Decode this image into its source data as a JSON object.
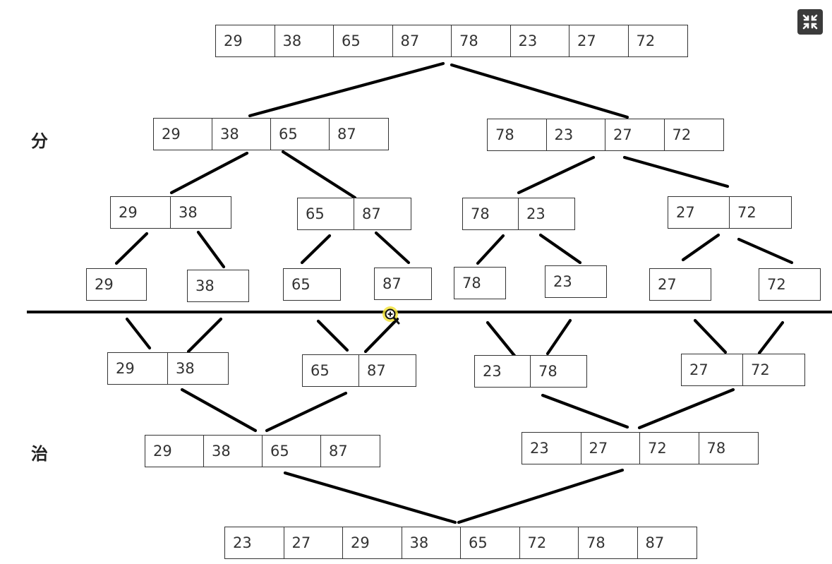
{
  "phases": {
    "divide": "分",
    "conquer": "治"
  },
  "arrays": [
    {
      "id": "d0",
      "values": [
        "29",
        "38",
        "65",
        "87",
        "78",
        "23",
        "27",
        "72"
      ]
    },
    {
      "id": "d1a",
      "values": [
        "29",
        "38",
        "65",
        "87"
      ]
    },
    {
      "id": "d1b",
      "values": [
        "78",
        "23",
        "27",
        "72"
      ]
    },
    {
      "id": "d2a",
      "values": [
        "29",
        "38"
      ]
    },
    {
      "id": "d2b",
      "values": [
        "65",
        "87"
      ]
    },
    {
      "id": "d2c",
      "values": [
        "78",
        "23"
      ]
    },
    {
      "id": "d2d",
      "values": [
        "27",
        "72"
      ]
    },
    {
      "id": "d3a",
      "values": [
        "29"
      ]
    },
    {
      "id": "d3b",
      "values": [
        "38"
      ]
    },
    {
      "id": "d3c",
      "values": [
        "65"
      ]
    },
    {
      "id": "d3d",
      "values": [
        "87"
      ]
    },
    {
      "id": "d3e",
      "values": [
        "78"
      ]
    },
    {
      "id": "d3f",
      "values": [
        "23"
      ]
    },
    {
      "id": "d3g",
      "values": [
        "27"
      ]
    },
    {
      "id": "d3h",
      "values": [
        "72"
      ]
    },
    {
      "id": "c1a",
      "values": [
        "29",
        "38"
      ]
    },
    {
      "id": "c1b",
      "values": [
        "65",
        "87"
      ]
    },
    {
      "id": "c1c",
      "values": [
        "23",
        "78"
      ]
    },
    {
      "id": "c1d",
      "values": [
        "27",
        "72"
      ]
    },
    {
      "id": "c2a",
      "values": [
        "29",
        "38",
        "65",
        "87"
      ]
    },
    {
      "id": "c2b",
      "values": [
        "23",
        "27",
        "72",
        "78"
      ]
    },
    {
      "id": "c3",
      "values": [
        "23",
        "27",
        "29",
        "38",
        "65",
        "72",
        "78",
        "87"
      ]
    }
  ],
  "icons": {
    "fullscreen": "fullscreen-exit-icon",
    "zoom": "zoom-in-cursor-icon"
  },
  "colors": {
    "line": "#000000",
    "cell_border": "#333333",
    "cursor_ring": "#f2e33a"
  }
}
